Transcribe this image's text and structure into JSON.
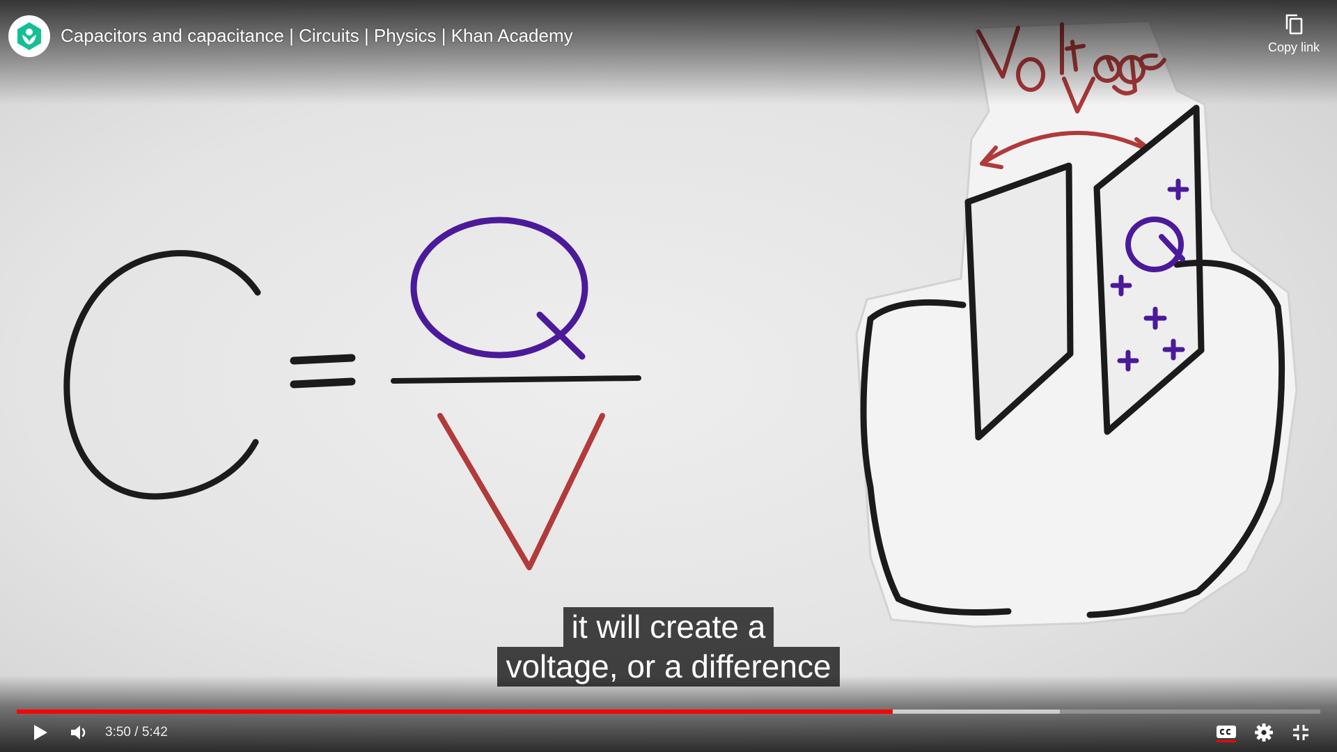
{
  "video": {
    "title": "Capacitors and capacitance | Circuits | Physics | Khan Academy",
    "channel_logo_icon": "khan-academy-logo-icon"
  },
  "top_actions": {
    "copy_link_label": "Copy link",
    "copy_link_icon": "copy-icon"
  },
  "content": {
    "formula_lhs": "C",
    "formula_numerator": "Q",
    "formula_denominator": "V",
    "diagram_voltage_label": "Voltage",
    "diagram_voltage_symbol": "V",
    "diagram_charge_label": "Q"
  },
  "captions": [
    "it will create a",
    "voltage, or a difference"
  ],
  "player": {
    "current_time": "3:50",
    "duration": "5:42",
    "time_separator": " / ",
    "progress_fraction": 0.672,
    "buffered_fraction": 0.8,
    "icons": {
      "play": "play-icon",
      "volume": "volume-icon",
      "captions": "closed-captions-icon",
      "settings": "settings-gear-icon",
      "exit_fullscreen": "exit-fullscreen-icon"
    },
    "colors": {
      "progress": "#ff0000",
      "captions_active": "#ff0000",
      "logo_green": "#14bf96"
    }
  }
}
